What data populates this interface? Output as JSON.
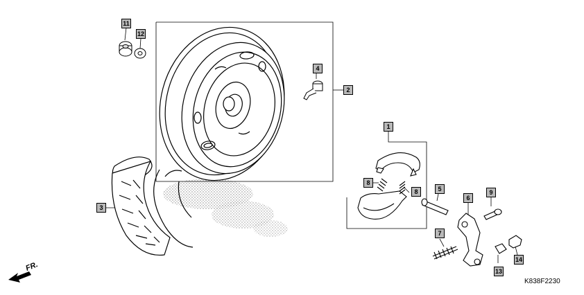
{
  "diagram": {
    "reference_code": "K838F2230",
    "direction_label": "FR.",
    "callouts": [
      "1",
      "2",
      "3",
      "4",
      "5",
      "6",
      "7",
      "8",
      "8",
      "9",
      "11",
      "12",
      "13",
      "14"
    ]
  }
}
